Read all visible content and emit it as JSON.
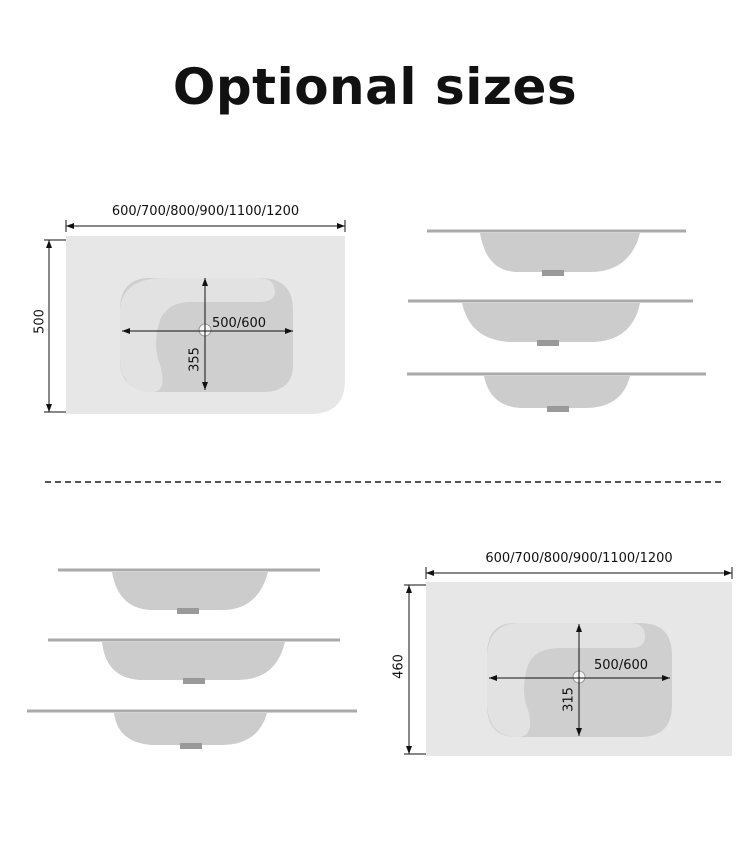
{
  "title": "Optional sizes",
  "top_set": {
    "width_label": "600/700/800/900/1100/1200",
    "depth_label": "500",
    "basin_width_label": "500/600",
    "basin_depth_label": "355"
  },
  "bottom_set": {
    "width_label": "600/700/800/900/1100/1200",
    "depth_label": "460",
    "basin_width_label": "500/600",
    "basin_depth_label": "315"
  },
  "colors": {
    "sink_top": "#e9e9e9",
    "basin": "#d6d6d6",
    "line": "#111111",
    "divider": "#555555"
  }
}
